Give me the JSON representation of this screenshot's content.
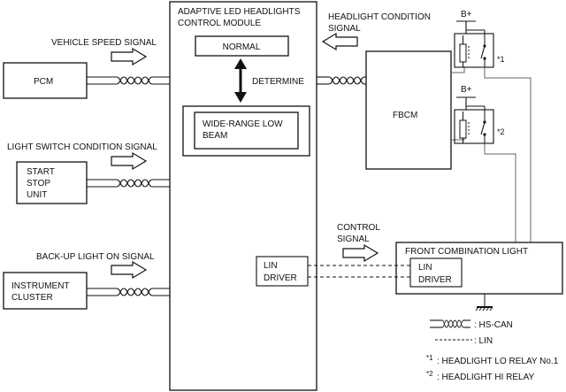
{
  "module": {
    "title_line1": "ADAPTIVE LED HEADLIGHTS",
    "title_line2": "CONTROL MODULE",
    "normal": "NORMAL",
    "determine": "DETERMINE",
    "wide_line1": "WIDE-RANGE LOW",
    "wide_line2": "BEAM",
    "lin_driver_line1": "LIN",
    "lin_driver_line2": "DRIVER"
  },
  "inputs": {
    "vehicle_speed_signal": "VEHICLE SPEED SIGNAL",
    "pcm": "PCM",
    "light_switch_signal": "LIGHT SWITCH CONDITION SIGNAL",
    "ssu_line1": "START",
    "ssu_line2": "STOP",
    "ssu_line3": "UNIT",
    "backup_signal": "BACK-UP LIGHT ON SIGNAL",
    "cluster_line1": "INSTRUMENT",
    "cluster_line2": "CLUSTER"
  },
  "outputs": {
    "headlight_signal_line1": "HEADLIGHT CONDITION",
    "headlight_signal_line2": "SIGNAL",
    "fbcm": "FBCM",
    "b_plus_1": "B+",
    "b_plus_2": "B+",
    "relay1_mark": "*1",
    "relay2_mark": "*2",
    "control_signal_line1": "CONTROL",
    "control_signal_line2": "SIGNAL",
    "front_combination_light": "FRONT COMBINATION LIGHT",
    "lin_driver_line1": "LIN",
    "lin_driver_line2": "DRIVER"
  },
  "legend": {
    "hs_can": ": HS-CAN",
    "lin": ": LIN",
    "note1_mark": "*1",
    "note1_text": ": HEADLIGHT LO RELAY No.1",
    "note2_mark": "*2",
    "note2_text": ": HEADLIGHT HI RELAY"
  },
  "colors": {
    "line": "#111111",
    "wire": "#666666",
    "background": "#ffffff"
  }
}
